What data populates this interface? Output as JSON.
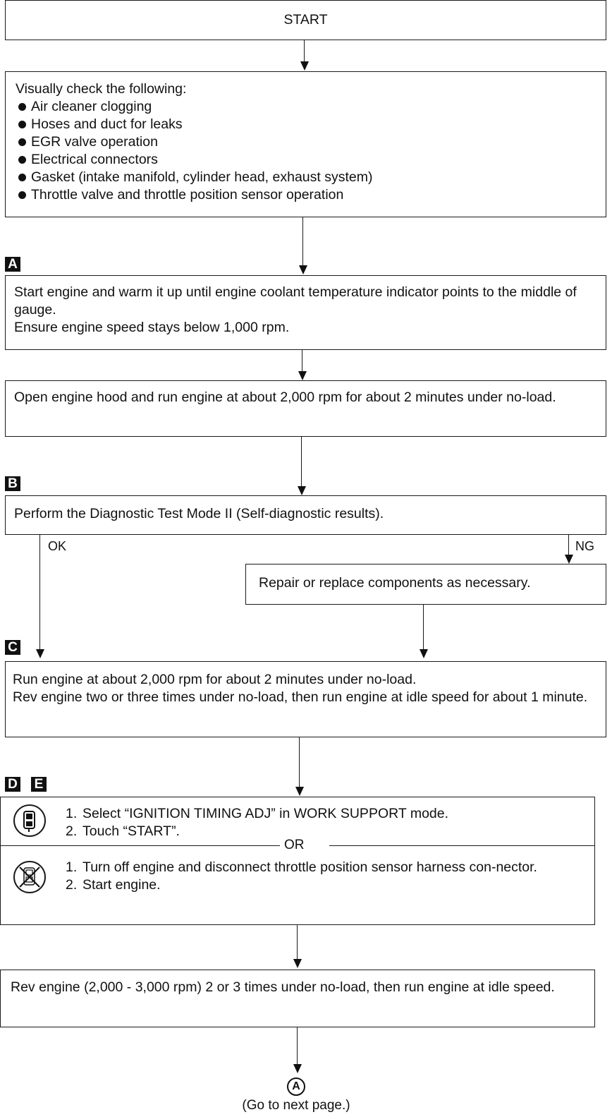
{
  "start": {
    "label": "START"
  },
  "visual_check": {
    "intro": "Visually check the following:",
    "items": [
      "Air cleaner clogging",
      "Hoses and duct for leaks",
      "EGR valve operation",
      "Electrical connectors",
      "Gasket (intake manifold, cylinder head, exhaust system)",
      "Throttle valve and throttle position sensor operation"
    ]
  },
  "steps": {
    "a": {
      "marker": "A",
      "line1": "Start engine and warm it up until engine coolant temperature indicator points to the middle of gauge.",
      "line2": "Ensure engine speed stays below 1,000 rpm."
    },
    "hood": {
      "text": "Open engine hood and run engine at about 2,000 rpm for about 2 minutes under no-load."
    },
    "b": {
      "marker": "B",
      "text": "Perform the Diagnostic Test Mode II (Self-diagnostic results)."
    },
    "ok_label": "OK",
    "ng_label": "NG",
    "repair": {
      "text": "Repair or replace components as necessary."
    },
    "c": {
      "marker": "C",
      "line1": "Run engine at about 2,000 rpm for about 2 minutes under no-load.",
      "line2": "Rev engine two or three times under no-load, then run engine at idle speed for about 1 minute."
    },
    "de": {
      "marker_d": "D",
      "marker_e": "E",
      "consult_items": [
        {
          "num": "1.",
          "text": "Select “IGNITION TIMING ADJ” in WORK SUPPORT mode."
        },
        {
          "num": "2.",
          "text": "Touch “START”."
        }
      ],
      "or_label": "OR",
      "manual_items": [
        {
          "num": "1.",
          "text": "Turn off engine and disconnect throttle position sensor harness con-nector."
        },
        {
          "num": "2.",
          "text": "Start engine."
        }
      ]
    },
    "rev": {
      "text": "Rev engine (2,000 - 3,000 rpm) 2 or 3 times under no-load, then run engine at idle speed."
    },
    "connector": {
      "label": "A",
      "note": "(Go to next page.)"
    }
  }
}
